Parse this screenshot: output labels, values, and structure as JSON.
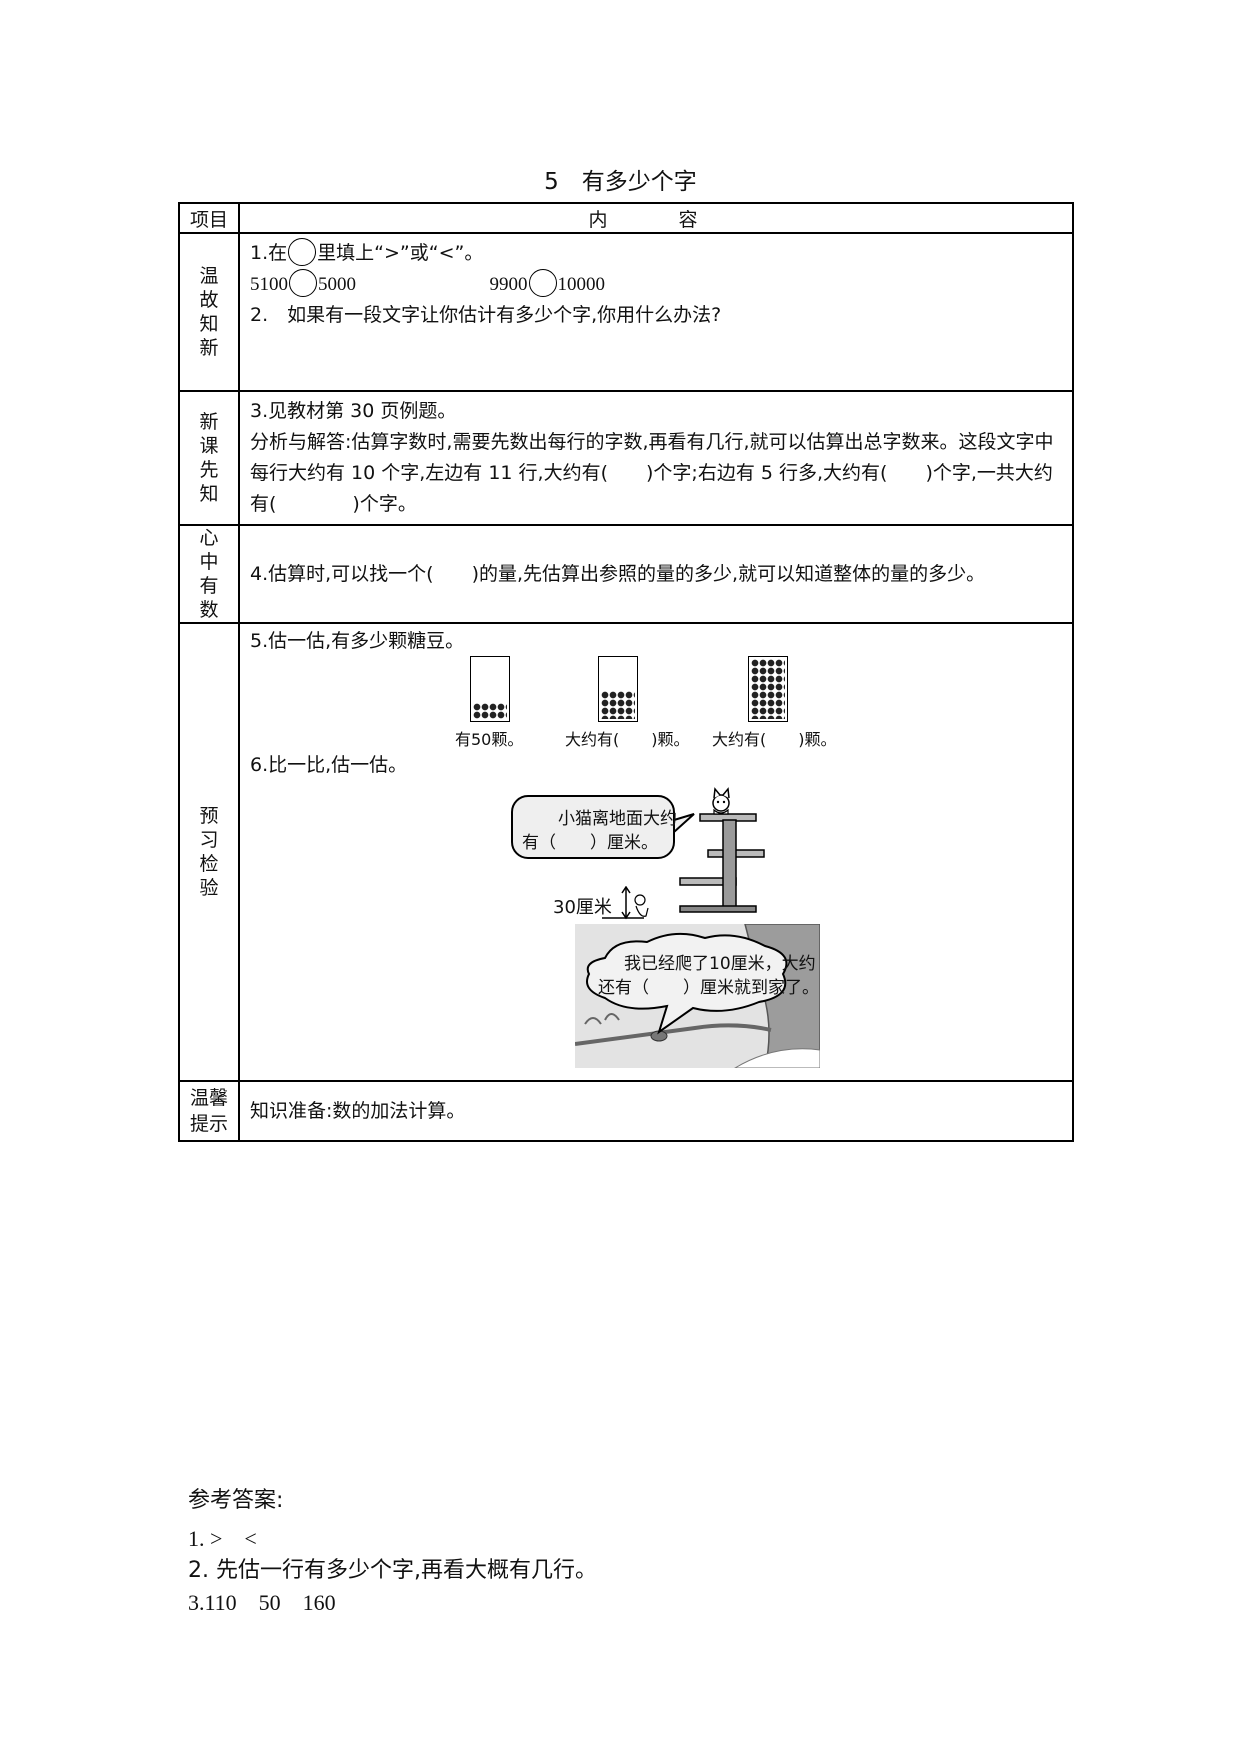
{
  "doc": {
    "title": "5　有多少个字",
    "header": {
      "item": "项目",
      "content": "内　容"
    },
    "sections": {
      "review": {
        "label": "温故知新",
        "q1_pre": "1.在",
        "q1_post": "里填上“>”或“<”。",
        "q1_a_left": "5100",
        "q1_a_right": "5000",
        "q1_b_left": "9900",
        "q1_b_right": "10000",
        "q2": "2.　如果有一段文字让你估计有多少个字,你用什么办法?"
      },
      "new": {
        "label": "新课先知",
        "line1": "3.见教材第 30 页例题。",
        "line2": "分析与解答:估算字数时,需要先数出每行的字数,再看有几行,就可以估算出总字数来。这段文字中每行大约有 10 个字,左边有 11 行,大约有(　　)个字;右边有 5 行多,大约有(　　)个字,一共大约有(　　　　)个字。"
      },
      "mind": {
        "label": "心中有数",
        "text": "4.估算时,可以找一个(　　)的量,先估算出参照的量的多少,就可以知道整体的量的多少。"
      },
      "check": {
        "label": "预习检验",
        "q5": "5.估一估,有多少颗糖豆。",
        "jar1": "有50颗。",
        "jar2": "大约有(　　)颗。",
        "jar3": "大约有(　　)颗。",
        "q6": "6.比一比,估一估。",
        "cat_line1": "小猫离地面大约",
        "cat_line2": "有（　　）厘米。",
        "dog_height": "30厘米",
        "snail_line1": "我已经爬了10厘米，大约",
        "snail_line2": "还有（　　）厘米就到家了。"
      },
      "tips": {
        "label": "温馨提示",
        "text": "知识准备:数的加法计算。"
      }
    },
    "answers": {
      "title": "参考答案:",
      "a1": "1.  >　<",
      "a2": "2.  先估一行有多少个字,再看大概有几行。",
      "a3": "3.110　50　160"
    }
  }
}
